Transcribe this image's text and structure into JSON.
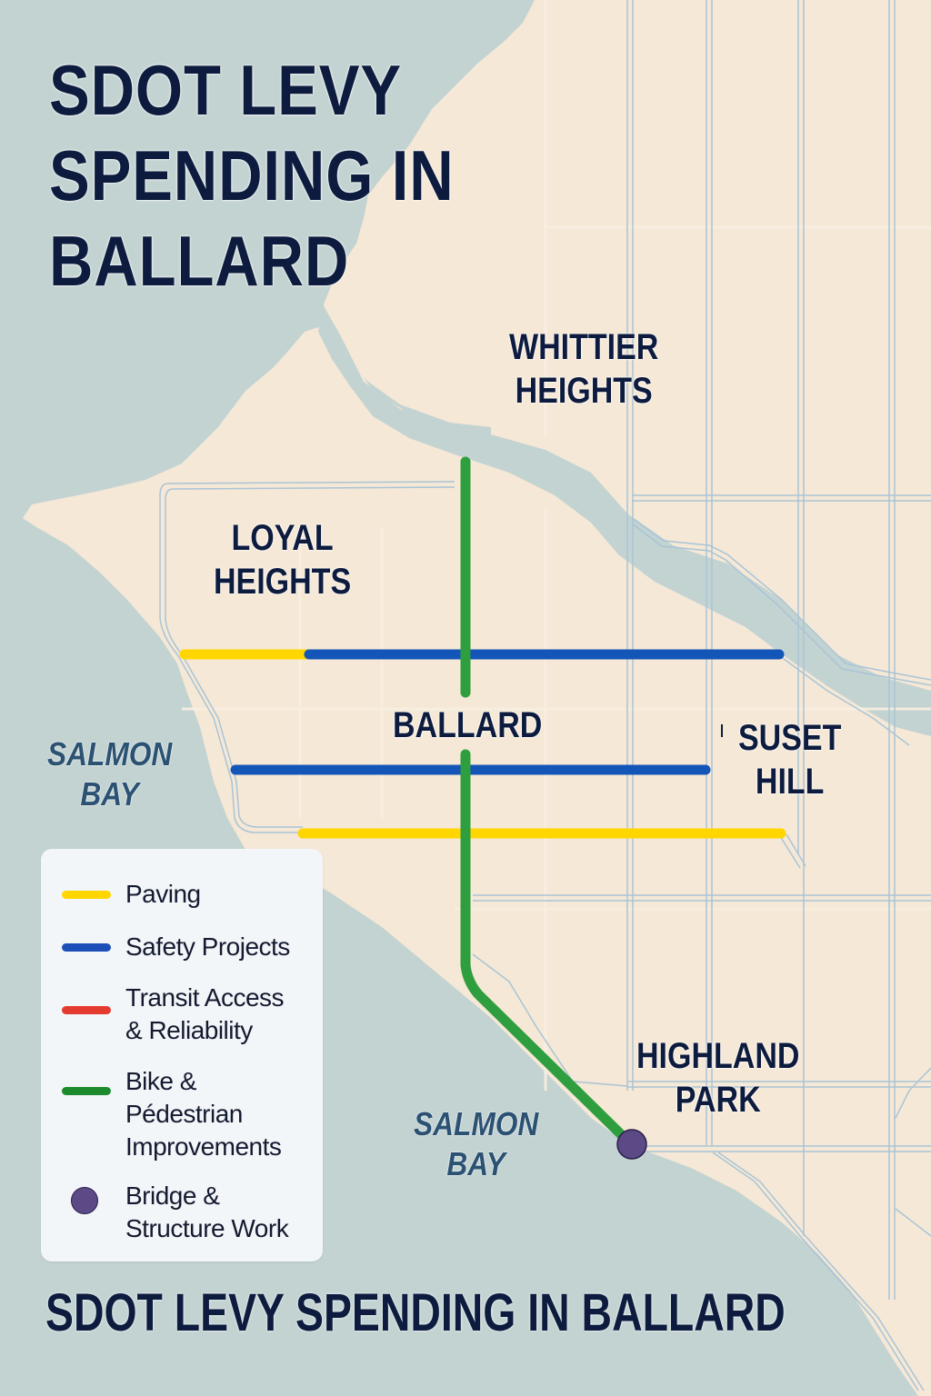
{
  "title": {
    "main_lines": [
      "SDOT LEVY",
      "SPENDING IN",
      "BALLARD"
    ],
    "bottom": "SDOT LEVY SPENDING IN BALLARD"
  },
  "neighborhoods": [
    {
      "id": "whittier-heights",
      "lines": [
        "WHITTIER",
        "HEIGHTS"
      ]
    },
    {
      "id": "loyal-heights",
      "lines": [
        "LOYAL",
        "HEIGHTS"
      ]
    },
    {
      "id": "ballard",
      "lines": [
        "BALLARD"
      ]
    },
    {
      "id": "suset-hill",
      "lines": [
        "SUSET",
        "HILL"
      ]
    },
    {
      "id": "highland-park",
      "lines": [
        "HIGHLAND",
        "PARK"
      ]
    }
  ],
  "water_labels": [
    {
      "id": "salmon-bay-west",
      "lines": [
        "SALMON",
        "BAY"
      ]
    },
    {
      "id": "salmon-bay-south",
      "lines": [
        "SALMON",
        "BAY"
      ]
    }
  ],
  "legend": {
    "items": [
      {
        "category": "paving",
        "lines": [
          "Paving"
        ],
        "symbol": "line",
        "color": "#ffd600"
      },
      {
        "category": "safety",
        "lines": [
          "Safety Projects"
        ],
        "symbol": "line",
        "color": "#1d4fb8"
      },
      {
        "category": "transit",
        "lines": [
          "Transit Access",
          "& Reliability"
        ],
        "symbol": "line",
        "color": "#e53a2f"
      },
      {
        "category": "bike-ped",
        "lines": [
          "Bike &",
          "Pédestrian",
          "Improvements"
        ],
        "symbol": "line",
        "color": "#1e8a2e"
      },
      {
        "category": "bridge",
        "lines": [
          "Bridge &",
          "Structure Work"
        ],
        "symbol": "dot",
        "color": "#5b4a86"
      }
    ]
  },
  "colors": {
    "water": "#c3d3d2",
    "land": "#f5e8d6",
    "road_outline": "#a9c4d6",
    "label_text": "#0d1b3e",
    "paving": "#ffd600",
    "safety": "#1356b8",
    "bike_ped": "#2e9e3f",
    "bridge": "#5b4a86"
  },
  "map_features": {
    "paving_segments": [
      {
        "from": [
          203,
          720
        ],
        "to": [
          338,
          720
        ]
      },
      {
        "from": [
          333,
          917
        ],
        "to": [
          859,
          917
        ]
      }
    ],
    "safety_segments": [
      {
        "from": [
          338,
          720
        ],
        "to": [
          857,
          720
        ]
      },
      {
        "from": [
          259,
          847
        ],
        "to": [
          776,
          847
        ]
      }
    ],
    "bike_ped_routes": [
      {
        "points": [
          [
            512,
            508
          ],
          [
            512,
            762
          ]
        ]
      },
      {
        "points": [
          [
            512,
            830
          ],
          [
            512,
            1062
          ],
          [
            522,
            1090
          ],
          [
            690,
            1255
          ]
        ]
      }
    ],
    "bridge_points": [
      {
        "at": [
          695,
          1259
        ]
      }
    ]
  }
}
